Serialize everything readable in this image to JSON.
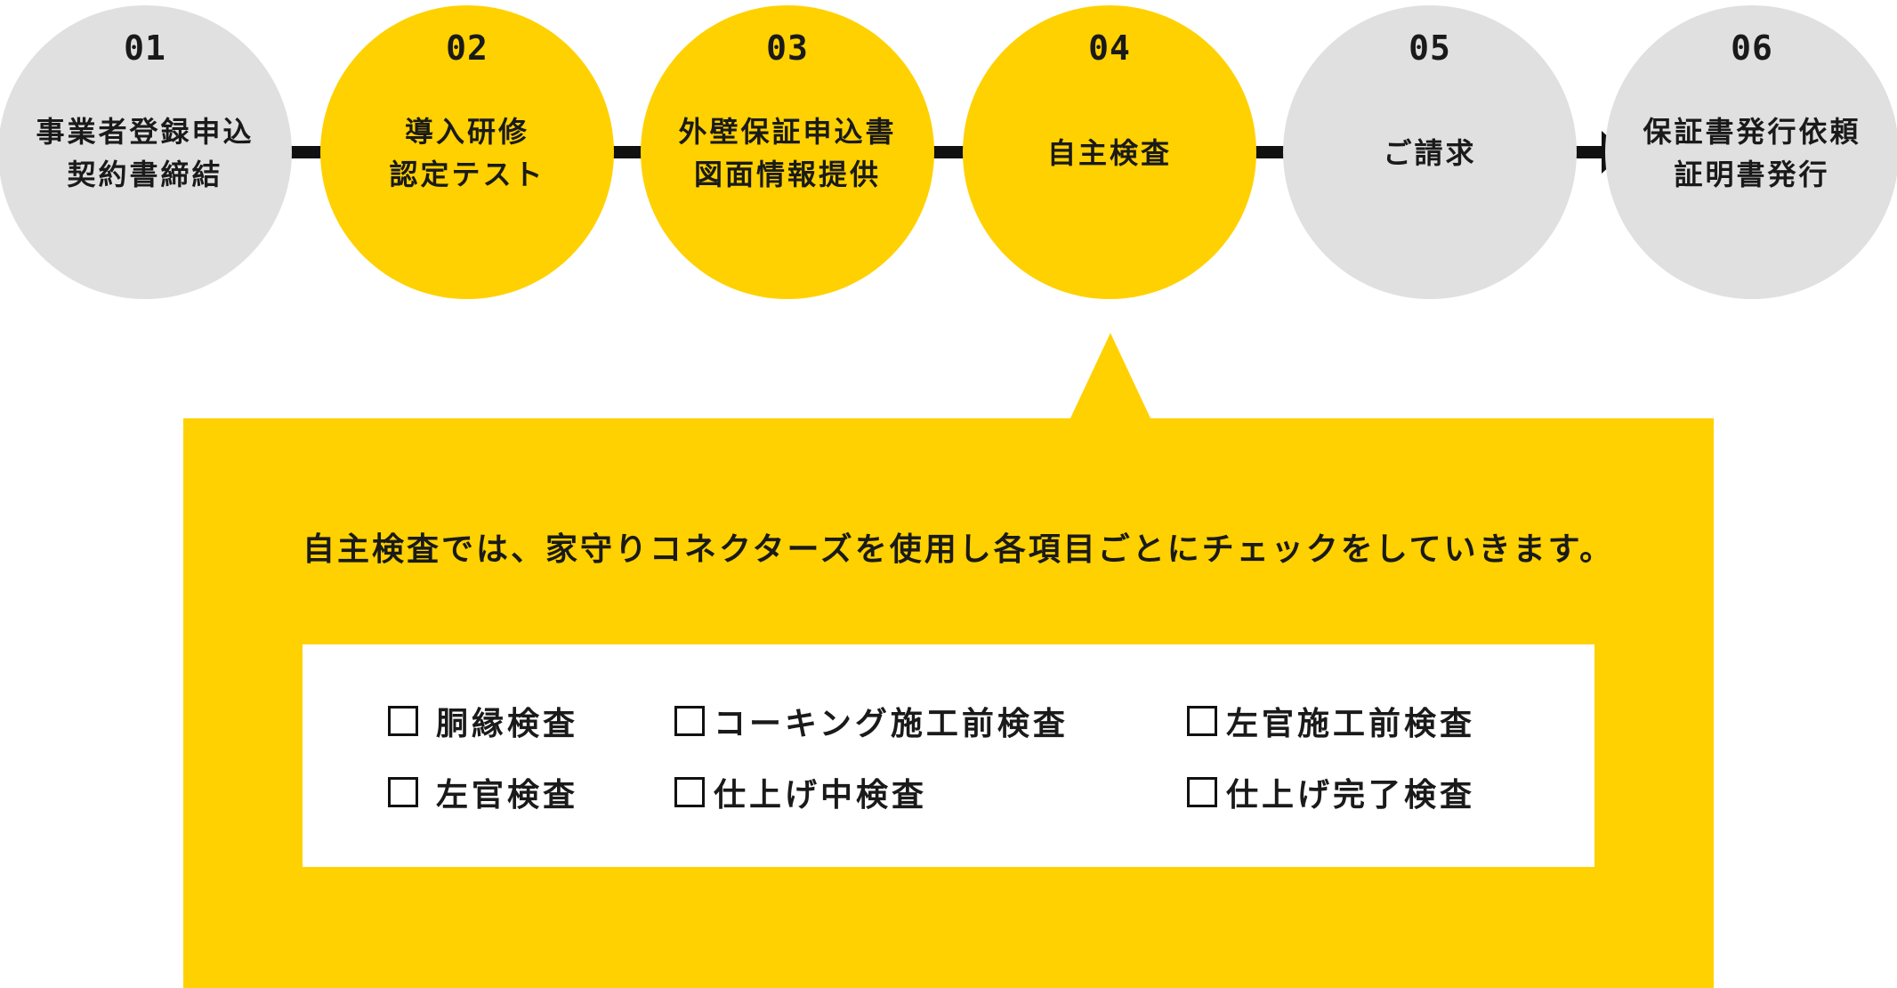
{
  "colors": {
    "active": "#FFD100",
    "inactive": "#E0E0E0",
    "connector": "#111111",
    "text": "#1A1A1A",
    "panel": "#FFFFFF"
  },
  "steps": [
    {
      "number": "01",
      "lines": [
        "事業者登録申込",
        "契約書締結"
      ],
      "active": false
    },
    {
      "number": "02",
      "lines": [
        "導入研修",
        "認定テスト"
      ],
      "active": true
    },
    {
      "number": "03",
      "lines": [
        "外壁保証申込書",
        "図面情報提供"
      ],
      "active": true
    },
    {
      "number": "04",
      "lines": [
        "自主検査"
      ],
      "active": true
    },
    {
      "number": "05",
      "lines": [
        "ご請求"
      ],
      "active": false
    },
    {
      "number": "06",
      "lines": [
        "保証書発行依頼",
        "証明書発行"
      ],
      "active": false
    }
  ],
  "callout": {
    "message": "自主検査では、家守りコネクターズを使用し各項目ごとにチェックをしていきます。",
    "checklist": [
      [
        "胴縁検査",
        "コーキング施工前検査",
        "左官施工前検査"
      ],
      [
        "左官検査",
        "仕上げ中検査",
        "仕上げ完了検査"
      ]
    ]
  }
}
